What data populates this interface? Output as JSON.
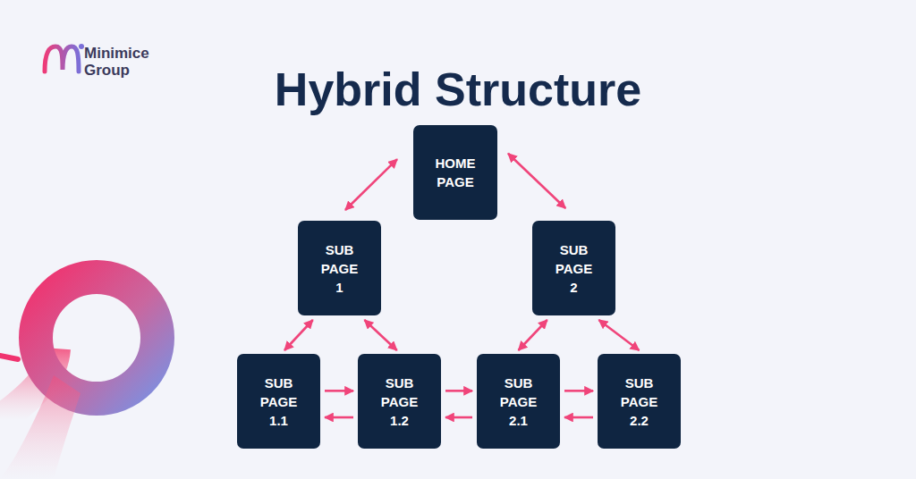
{
  "diagram": {
    "title": "Hybrid Structure",
    "nodes": [
      {
        "text": [
          "HOME PAGE"
        ]
      },
      {
        "text": [
          "SUB PAGE 1"
        ]
      },
      {
        "text": [
          "SUB PAGE 2"
        ]
      },
      {
        "text": [
          "SUB PAGE 1.1"
        ]
      },
      {
        "text": [
          "SUB PAGE 1.2"
        ]
      },
      {
        "text": [
          "SUB PAGE 2.1"
        ]
      },
      {
        "text": [
          "SUB PAGE 2.2"
        ]
      }
    ],
    "edges": [
      {
        "from": 0,
        "to": 1,
        "arrow": "both"
      },
      {
        "from": 0,
        "to": 2,
        "arrow": "both"
      },
      {
        "from": 1,
        "to": 3,
        "arrow": "both"
      },
      {
        "from": 1,
        "to": 4,
        "arrow": "both"
      },
      {
        "from": 2,
        "to": 5,
        "arrow": "both"
      },
      {
        "from": 2,
        "to": 6,
        "arrow": "both"
      },
      {
        "from": 3,
        "to": 4,
        "arrow": "to"
      },
      {
        "from": 4,
        "to": 3,
        "arrow": "to"
      },
      {
        "from": 4,
        "to": 5,
        "arrow": "to"
      },
      {
        "from": 5,
        "to": 4,
        "arrow": "to"
      },
      {
        "from": 5,
        "to": 6,
        "arrow": "to"
      },
      {
        "from": 6,
        "to": 5,
        "arrow": "to"
      }
    ],
    "labels": [
      "Minimice Group"
    ]
  }
}
